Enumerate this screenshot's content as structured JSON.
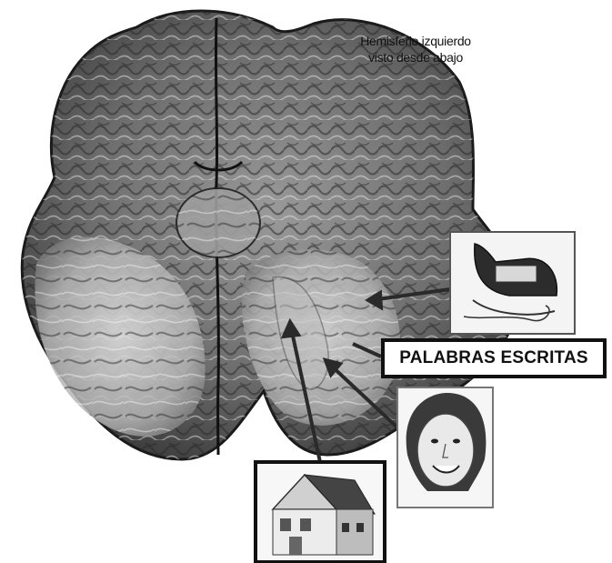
{
  "caption": {
    "line1": "Hemisferio izquierdo",
    "line2": "visto desde abajo"
  },
  "labels": {
    "written_words": "PALABRAS ESCRITAS"
  },
  "pictures": [
    {
      "name": "iron-picture",
      "depicts": "clothes iron"
    },
    {
      "name": "face-picture",
      "depicts": "smiling face"
    },
    {
      "name": "house-picture",
      "depicts": "house"
    }
  ],
  "colors": {
    "brain_dark": "#3a3a3a",
    "brain_mid": "#8a8a8a",
    "brain_light": "#d8d8d8",
    "frame": "#111111",
    "arrow": "#2a2a2a"
  }
}
